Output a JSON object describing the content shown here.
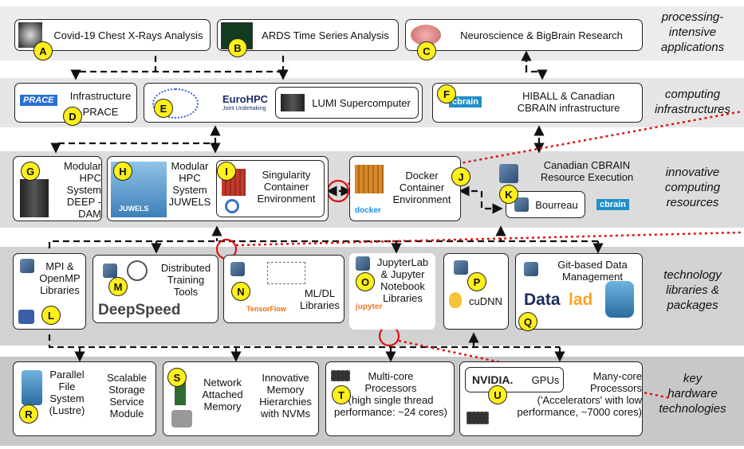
{
  "layers": {
    "apps": "processing-\nintensive\napplications",
    "infra": "computing\ninfrastructures",
    "resources": "innovative\ncomputing\nresources",
    "libs": "technology\nlibraries &\npackages",
    "hw": "key\nhardware\ntechnologies"
  },
  "apps": {
    "covid": "Covid-19 Chest X-Rays Analysis",
    "ards": "ARDS Time Series Analysis",
    "neuro": "Neuroscience & BigBrain Research"
  },
  "infra": {
    "prace_title": "Infrastructure",
    "prace_name": "PRACE",
    "prace_logo": "PRACE",
    "eurohpc_logo": "EuroHPC",
    "eurohpc_sub": "Joint Undertaking",
    "lumi": "LUMI Supercomputer",
    "cbrain_logo": "cbrain",
    "hiball": "HIBALL & Canadian\nCBRAIN infrastructure"
  },
  "resources": {
    "deep": "Modular\nHPC\nSystem\nDEEP - DAM",
    "juwels": "Modular\nHPC\nSystem\nJUWELS",
    "juwels_label": "JUWELS",
    "singularity": "Singularity\nContainer\nEnvironment",
    "docker": "Docker\nContainer\nEnvironment",
    "docker_logo": "docker",
    "cbrain_exec": "Canadian CBRAIN\nResource Execution",
    "bourreau": "Bourreau",
    "cbrain_logo": "cbrain"
  },
  "libs": {
    "mpi": "MPI &\nOpenMP\nLibraries",
    "dist": "Distributed\nTraining\nTools",
    "deepspeed": "DeepSpeed",
    "mldl": "ML/DL\nLibraries",
    "tensorflow": "TensorFlow",
    "jupyter": "JupyterLab\n& Jupyter\nNotebook\nLibraries",
    "jupyter_logo": "jupyter",
    "cudnn": "cuDNN",
    "git": "Git-based Data\nManagement",
    "datalad_1": "Data",
    "datalad_2": "lad"
  },
  "hw": {
    "pfs": "Parallel\nFile\nSystem\n(Lustre)",
    "sssm": "Scalable\nStorage\nService\nModule",
    "nam": "Network\nAttached\nMemory",
    "imh": "Innovative\nMemory\nHierarchies\nwith NVMs",
    "multicore": "Multi-core\nProcessors\n(high single thread\nperformance: ~24 cores)",
    "nvidia": "NVIDIA.",
    "gpus": "GPUs",
    "manycore": "Many-core\nProcessors\n('Accelerators' with low\nperformance, ~7000 cores)"
  },
  "badges": [
    "A",
    "B",
    "C",
    "D",
    "E",
    "F",
    "G",
    "H",
    "I",
    "J",
    "K",
    "L",
    "M",
    "N",
    "O",
    "P",
    "Q",
    "R",
    "S",
    "T",
    "U"
  ],
  "colors": {
    "band_light": "#ededed",
    "band_dark": "#d0d0d0",
    "badge": "#ffef1a",
    "highlight": "#e01010",
    "cbrain": "#1f8fc8"
  }
}
